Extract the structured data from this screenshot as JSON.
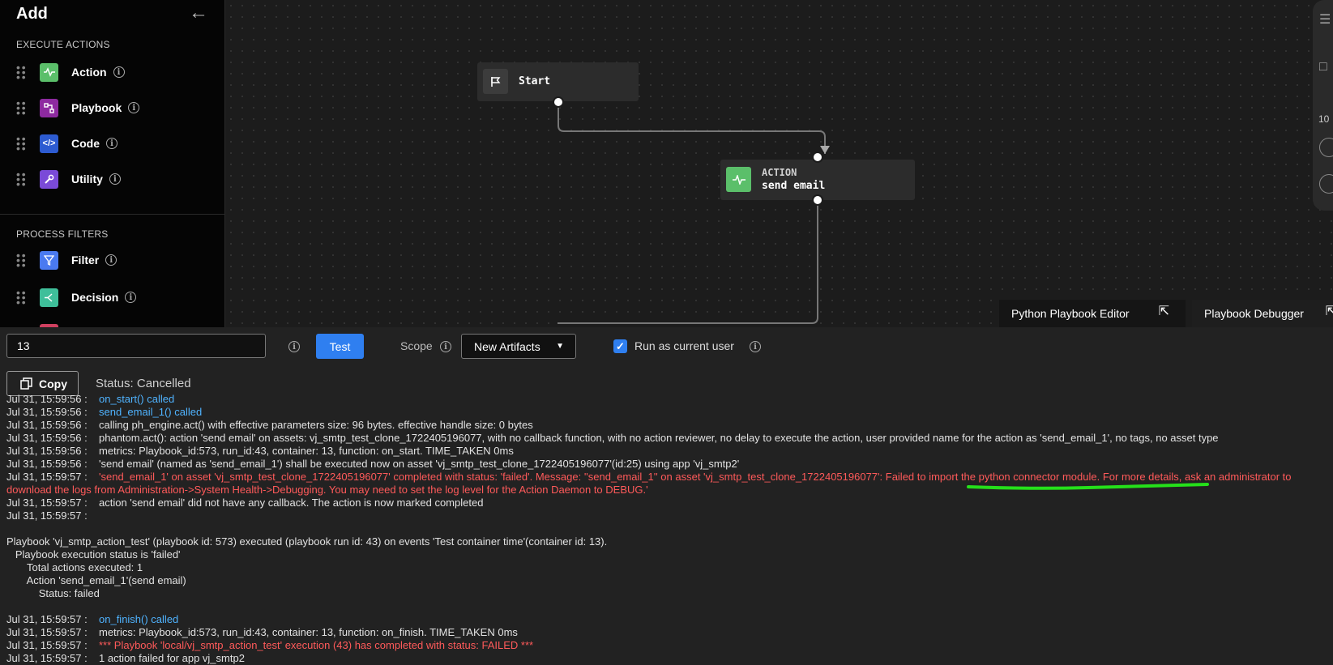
{
  "sidebar": {
    "title": "Add",
    "back_icon": "arrow-left-icon",
    "execute_actions_label": "EXECUTE ACTIONS",
    "process_filters_label": "PROCESS FILTERS",
    "items": [
      {
        "label": "Action",
        "icon": "action-pulse-icon",
        "color": "#5bbf6a"
      },
      {
        "label": "Playbook",
        "icon": "playbook-icon",
        "color": "#8e2aa0"
      },
      {
        "label": "Code",
        "icon": "code-icon",
        "color": "#2d5bd1"
      },
      {
        "label": "Utility",
        "icon": "wrench-icon",
        "color": "#7a4ad8"
      },
      {
        "label": "Filter",
        "icon": "filter-icon",
        "color": "#4a7af0"
      },
      {
        "label": "Decision",
        "icon": "decision-icon",
        "color": "#3fbf9a"
      }
    ]
  },
  "canvas": {
    "start_node": {
      "label": "Start",
      "icon": "flag-icon"
    },
    "action_node": {
      "type": "ACTION",
      "name": "send email",
      "icon": "action-pulse-icon",
      "color": "#5bbf6a"
    },
    "tabs": [
      {
        "label": "Python Playbook Editor",
        "icon": "expand-icon"
      },
      {
        "label": "Playbook Debugger",
        "icon": "expand-icon"
      }
    ],
    "zoom_partial": "10"
  },
  "toolbar": {
    "container_id_value": "13",
    "test_label": "Test",
    "scope_label": "Scope",
    "scope_value": "New Artifacts",
    "run_as_label": "Run as current user",
    "run_as_checked": true
  },
  "log": {
    "copy_label": "Copy",
    "status": "Status: Cancelled",
    "lines": [
      {
        "ts": "Jul 31, 15:59:56 :",
        "text": "on_start() called",
        "style": "blue"
      },
      {
        "ts": "Jul 31, 15:59:56 :",
        "text": "send_email_1() called",
        "style": "blue"
      },
      {
        "ts": "Jul 31, 15:59:56 :",
        "text": "calling ph_engine.act() with effective parameters size: 96 bytes. effective handle size: 0 bytes",
        "style": ""
      },
      {
        "ts": "Jul 31, 15:59:56 :",
        "text": "phantom.act(): action 'send email' on assets: vj_smtp_test_clone_1722405196077, with no callback function, with no action reviewer, no delay to execute the action, user provided name for the action as 'send_email_1', no tags, no asset type",
        "style": ""
      },
      {
        "ts": "Jul 31, 15:59:56 :",
        "text": "metrics: Playbook_id:573, run_id:43, container: 13, function: on_start. TIME_TAKEN 0ms",
        "style": ""
      },
      {
        "ts": "Jul 31, 15:59:56 :",
        "text": "'send email' (named as 'send_email_1') shall be executed now on asset 'vj_smtp_test_clone_1722405196077'(id:25) using app 'vj_smtp2'",
        "style": ""
      },
      {
        "ts": "Jul 31, 15:59:57 :",
        "text": "'send_email_1'  on asset 'vj_smtp_test_clone_1722405196077' completed with status: 'failed'. Message: ''send_email_1'' on asset 'vj_smtp_test_clone_1722405196077': Failed to import the python connector module. For more details, ask an administrator to download the logs from Administration->System Health->Debugging. You may need to set the log level for the Action Daemon to DEBUG.'",
        "style": "red"
      },
      {
        "ts": "Jul 31, 15:59:57 :",
        "text": "action 'send email' did not have any callback. The action is now marked completed",
        "style": ""
      },
      {
        "ts": "Jul 31, 15:59:57 :",
        "text": "",
        "style": ""
      }
    ],
    "summary": [
      "Playbook 'vj_smtp_action_test' (playbook id: 573) executed (playbook run id: 43) on events 'Test container time'(container id: 13).",
      "   Playbook execution status is 'failed'",
      "       Total actions executed: 1",
      "       Action 'send_email_1'(send email)",
      "           Status: failed"
    ],
    "tail": [
      {
        "ts": "Jul 31, 15:59:57 :",
        "text": "on_finish() called",
        "style": "blue"
      },
      {
        "ts": "Jul 31, 15:59:57 :",
        "text": "metrics: Playbook_id:573, run_id:43, container: 13, function: on_finish. TIME_TAKEN 0ms",
        "style": ""
      },
      {
        "ts": "Jul 31, 15:59:57 :",
        "text": "*** Playbook 'local/vj_smtp_action_test' execution (43) has completed with status: FAILED ***",
        "style": "red"
      },
      {
        "ts": "Jul 31, 15:59:57 :",
        "text": "1 action failed for app vj_smtp2",
        "style": ""
      }
    ]
  }
}
